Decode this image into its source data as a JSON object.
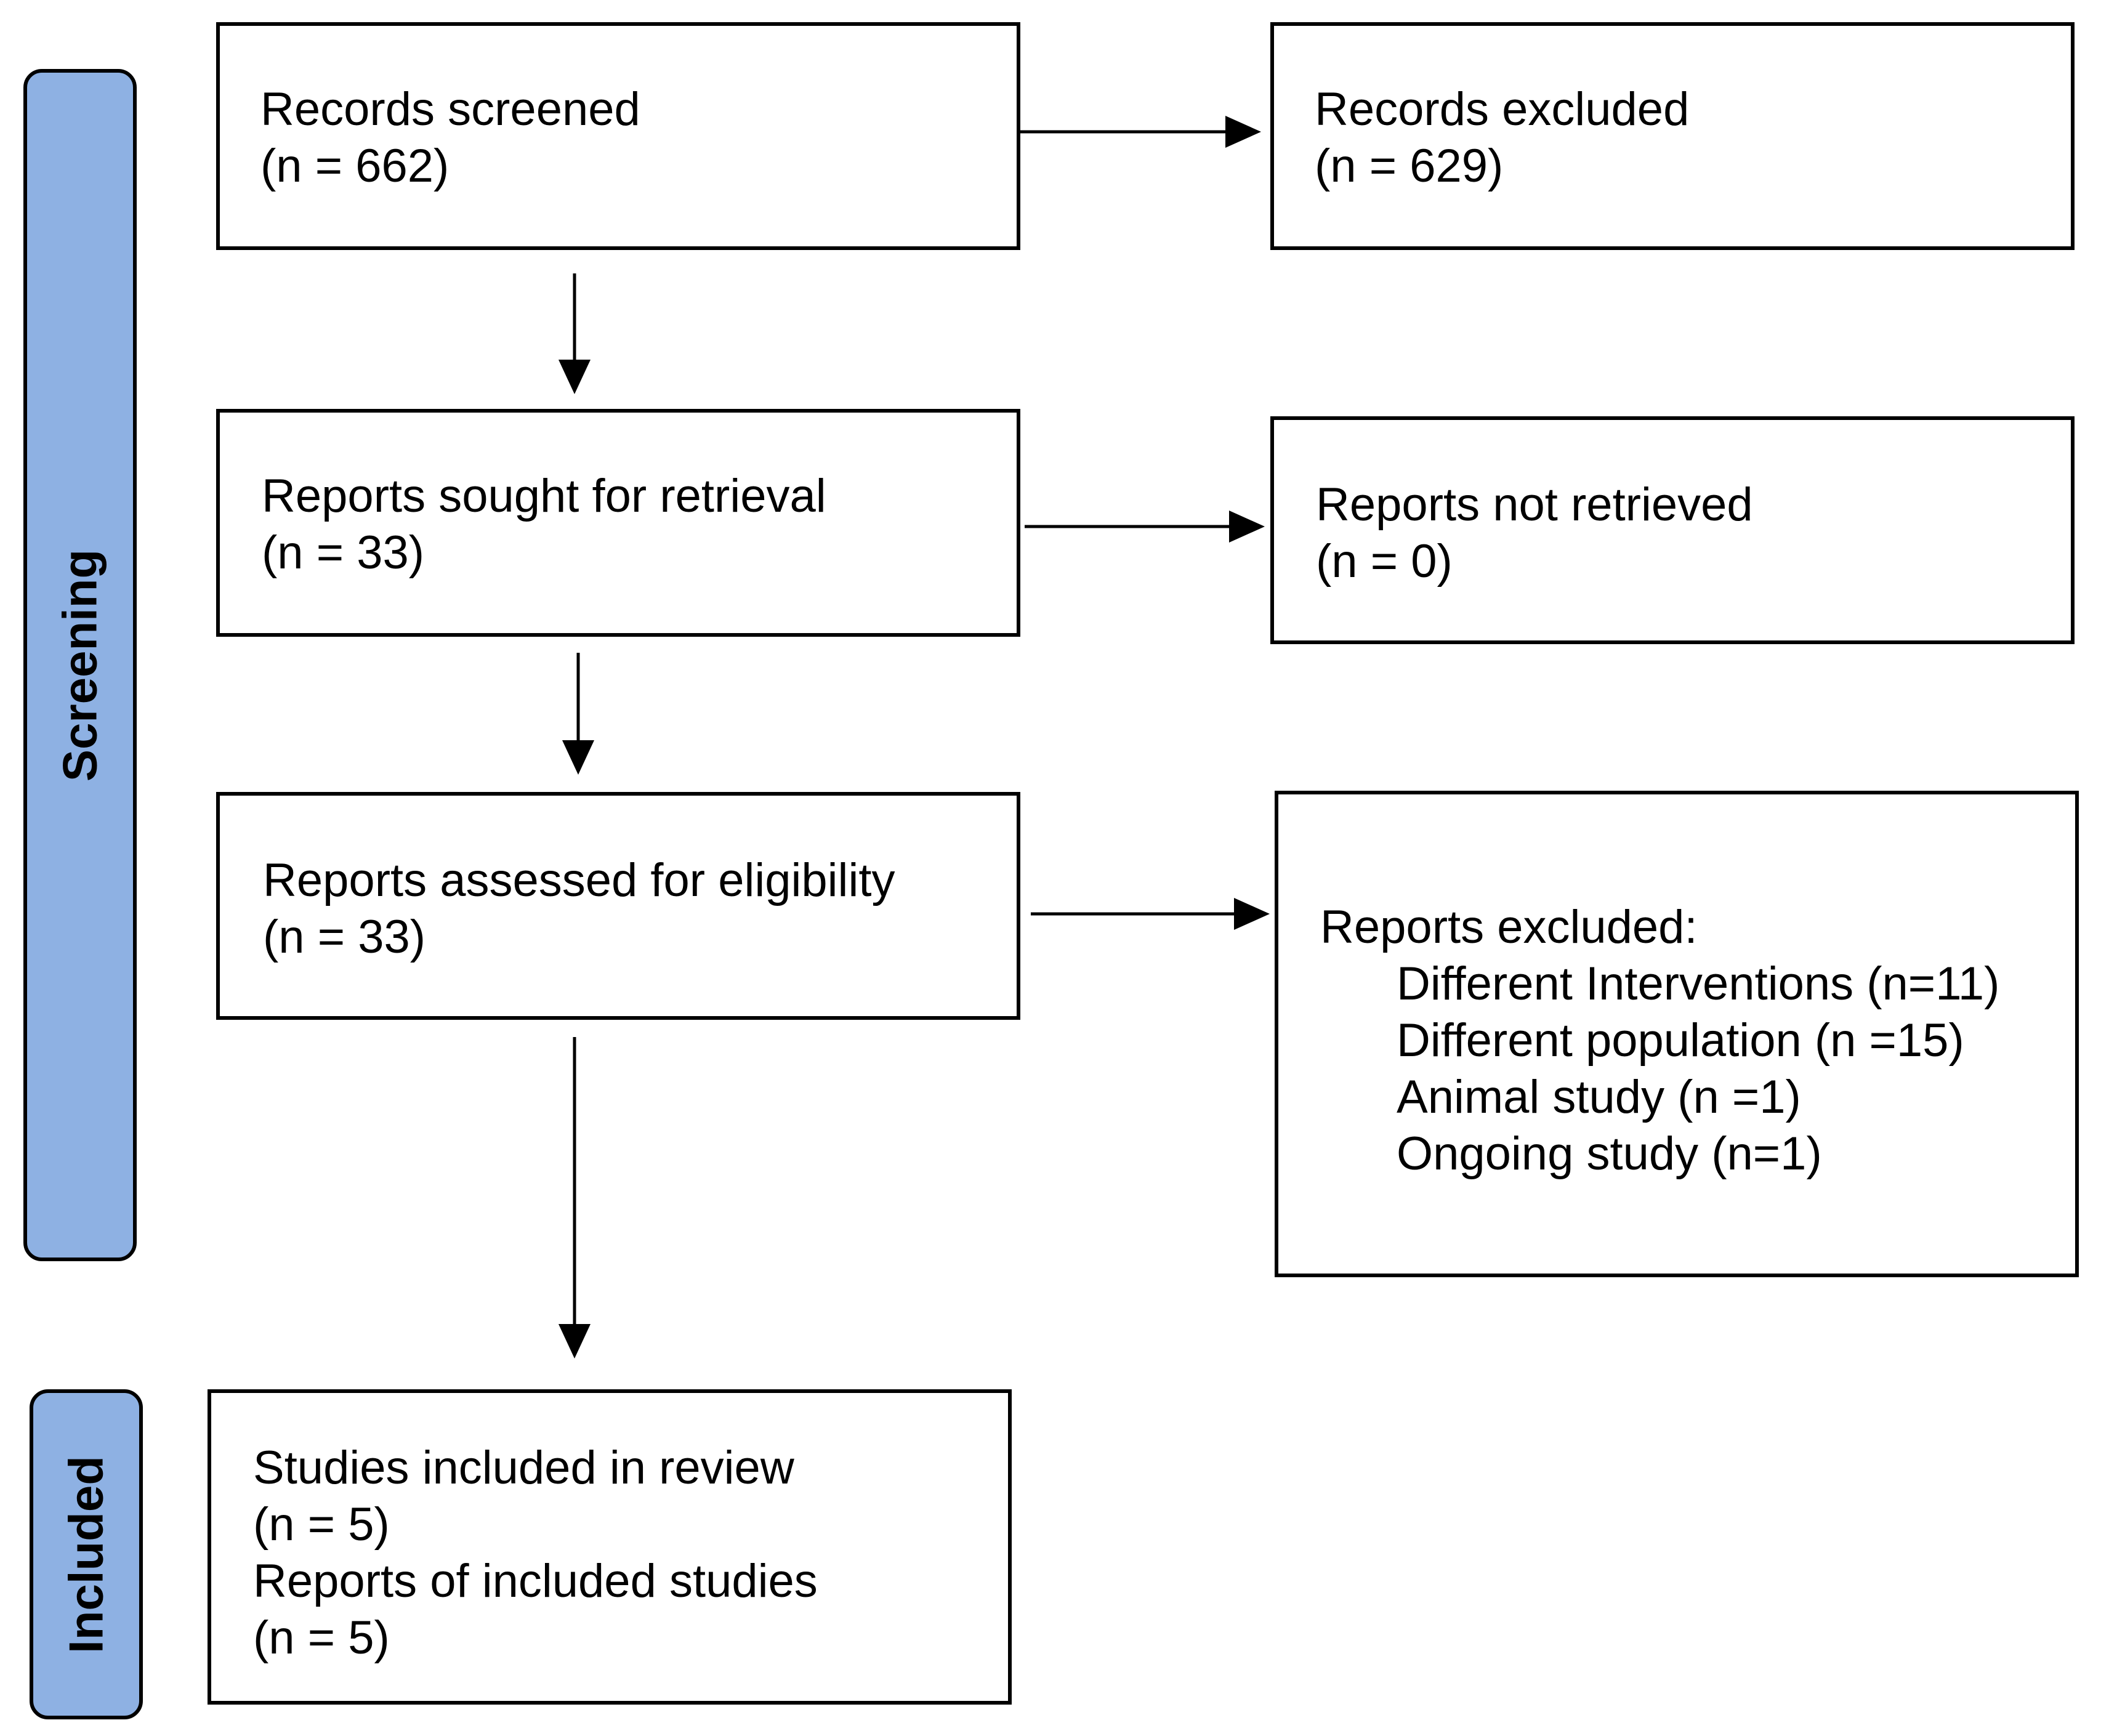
{
  "phases": {
    "screening": "Screening",
    "included": "Included"
  },
  "boxes": {
    "records_screened": {
      "label": "Records screened",
      "count": "(n = 662)"
    },
    "records_excluded": {
      "label": "Records excluded",
      "count": "(n = 629)"
    },
    "reports_sought": {
      "label": "Reports sought for retrieval",
      "count": "(n = 33)"
    },
    "reports_not_retrieved": {
      "label": "Reports not retrieved",
      "count": "(n = 0)"
    },
    "reports_assessed": {
      "label": "Reports assessed for eligibility",
      "count": "(n = 33)"
    },
    "reports_excluded": {
      "label": "Reports excluded:",
      "reasons": [
        "Different Interventions (n=11)",
        "Different population (n =15)",
        "Animal study (n =1)",
        "Ongoing study (n=1)"
      ]
    },
    "included": {
      "studies_label": "Studies included in review",
      "studies_count": "(n = 5)",
      "reports_label": "Reports of included studies",
      "reports_count": "(n = 5)"
    }
  },
  "colors": {
    "phase_fill": "#8eb1e3",
    "line": "#000000"
  }
}
